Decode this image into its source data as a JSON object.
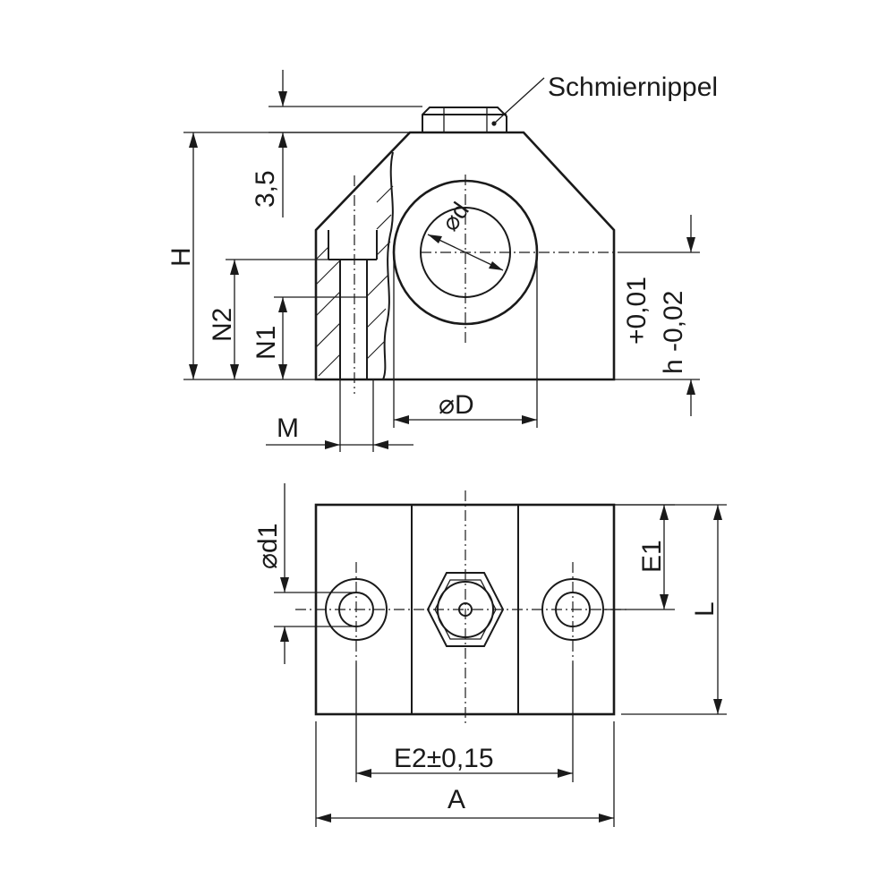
{
  "labels": {
    "lubrication_nipple": "Schmiernippel",
    "dim_3_5": "3,5",
    "dim_H": "H",
    "dim_N2": "N2",
    "dim_N1": "N1",
    "dim_d": "⌀d",
    "dim_D": "⌀D",
    "dim_M": "M",
    "tol_plus": "+0,01",
    "tol_minus": "h  -0,02",
    "dim_d1": "⌀d1",
    "dim_E1": "E1",
    "dim_L": "L",
    "dim_E2": "E2±0,15",
    "dim_A": "A"
  }
}
